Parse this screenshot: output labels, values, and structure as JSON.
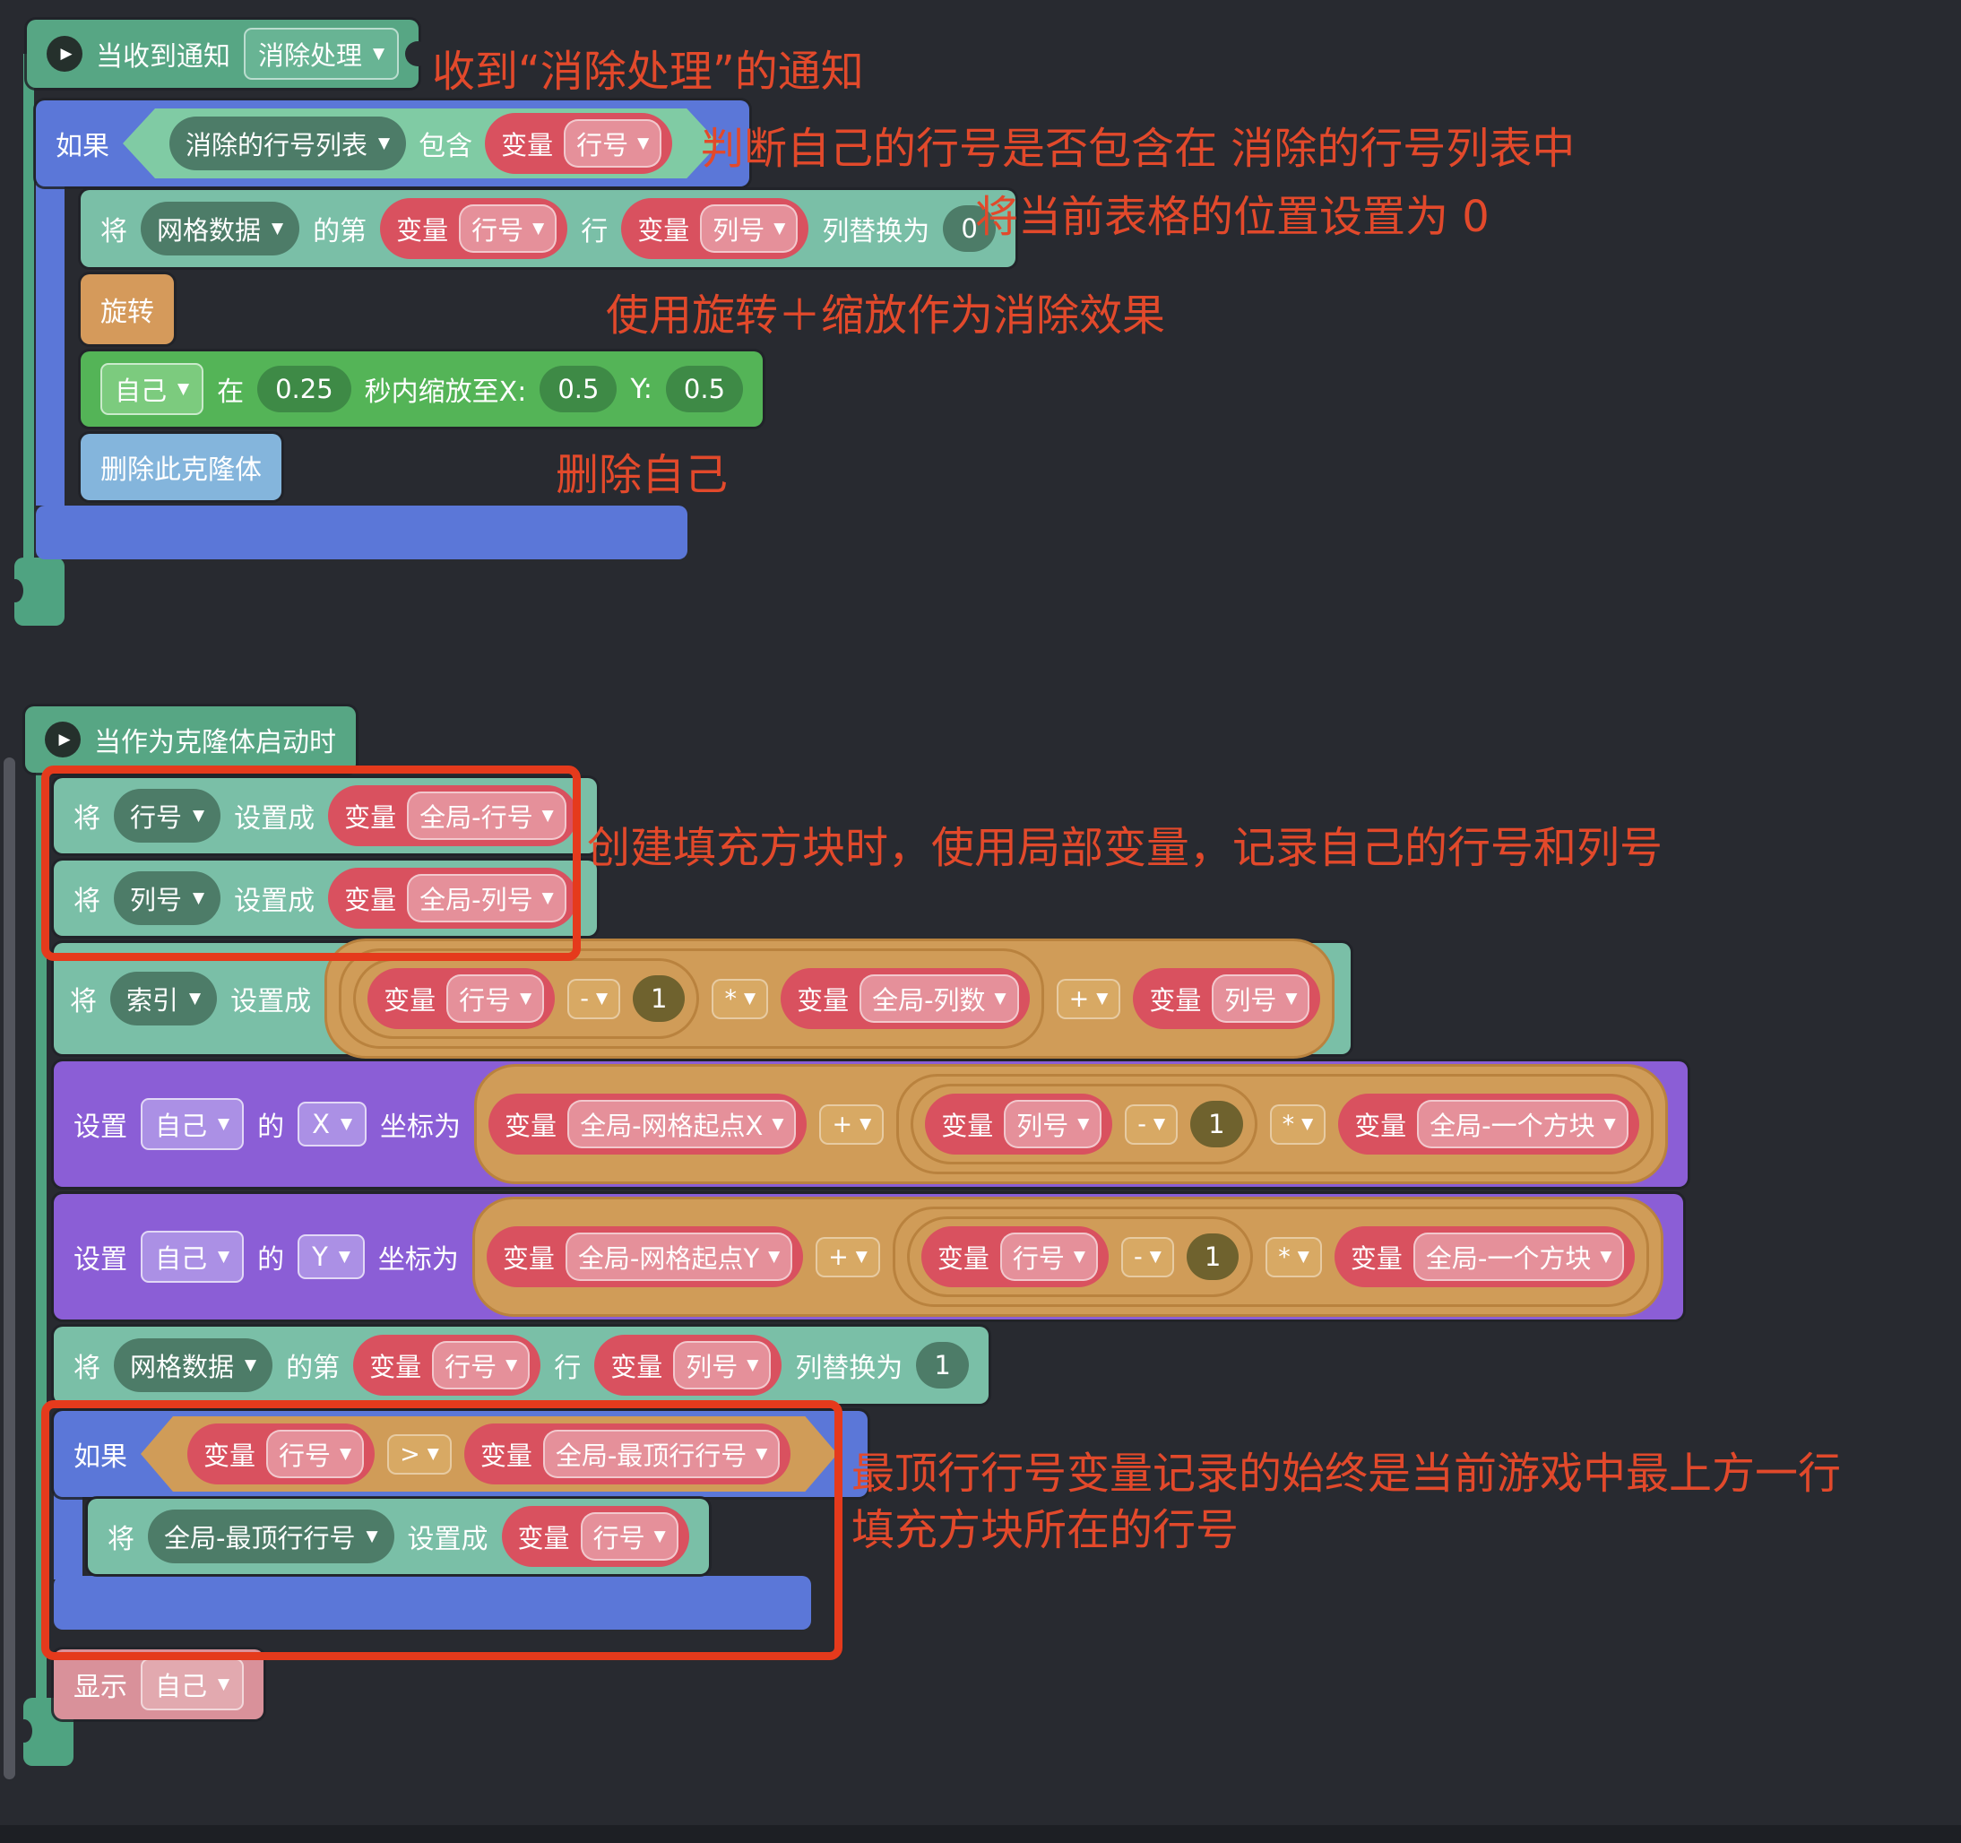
{
  "icons": {
    "play": "▶",
    "dropdown": "▼"
  },
  "words": {
    "var": "变量"
  },
  "s1": {
    "hat": {
      "label": "当收到通知",
      "event": "消除处理"
    },
    "if": {
      "kw": "如果",
      "list": "消除的行号列表",
      "contains": "包含",
      "var": "行号"
    },
    "replace": {
      "w1": "将",
      "list": "网格数据",
      "w2": "的第",
      "row": "行号",
      "w3": "行",
      "col": "列号",
      "w4": "列替换为",
      "val": "0"
    },
    "rotate": {
      "label": "旋转"
    },
    "scale": {
      "target": "自己",
      "w1": "在",
      "dur": "0.25",
      "w2": "秒内缩放至X:",
      "x": "0.5",
      "w3": "Y:",
      "y": "0.5"
    },
    "del": {
      "label": "删除此克隆体"
    },
    "ann": {
      "a1": "收到“消除处理”的通知",
      "a2": "判断自己的行号是否包含在 消除的行号列表中",
      "a3": "将当前表格的位置设置为 0",
      "a4": "使用旋转＋缩放作为消除效果",
      "a5": "删除自己"
    }
  },
  "s2": {
    "hat": {
      "label": "当作为克隆体启动时"
    },
    "set_row": {
      "w1": "将",
      "name": "行号",
      "w2": "设置成",
      "var": "全局-行号"
    },
    "set_col": {
      "w1": "将",
      "name": "列号",
      "w2": "设置成",
      "var": "全局-列号"
    },
    "set_idx": {
      "w1": "将",
      "name": "索引",
      "w2": "设置成",
      "v1": "行号",
      "op1": "-",
      "n1": "1",
      "op2": "*",
      "v2": "全局-列数",
      "op3": "+",
      "v3": "列号"
    },
    "set_x": {
      "w1": "设置",
      "target": "自己",
      "w2": "的",
      "axis": "X",
      "w3": "坐标为",
      "v1": "全局-网格起点X",
      "op1": "+",
      "v2": "列号",
      "op2": "-",
      "n1": "1",
      "op3": "*",
      "v3": "全局-一个方块"
    },
    "set_y": {
      "w1": "设置",
      "target": "自己",
      "w2": "的",
      "axis": "Y",
      "w3": "坐标为",
      "v1": "全局-网格起点Y",
      "op1": "+",
      "v2": "行号",
      "op2": "-",
      "n1": "1",
      "op3": "*",
      "v3": "全局-一个方块"
    },
    "replace": {
      "w1": "将",
      "list": "网格数据",
      "w2": "的第",
      "row": "行号",
      "w3": "行",
      "col": "列号",
      "w4": "列替换为",
      "val": "1"
    },
    "if": {
      "kw": "如果",
      "v1": "行号",
      "op": ">",
      "v2": "全局-最顶行行号"
    },
    "set_top": {
      "w1": "将",
      "name": "全局-最顶行行号",
      "w2": "设置成",
      "var": "行号"
    },
    "show": {
      "label": "显示",
      "target": "自己"
    },
    "ann": {
      "a1": "创建填充方块时，使用局部变量，记录自己的行号和列号",
      "a2": "最顶行行号变量记录的始终是当前游戏中最上方一行",
      "a3": "填充方块所在的行号"
    }
  }
}
